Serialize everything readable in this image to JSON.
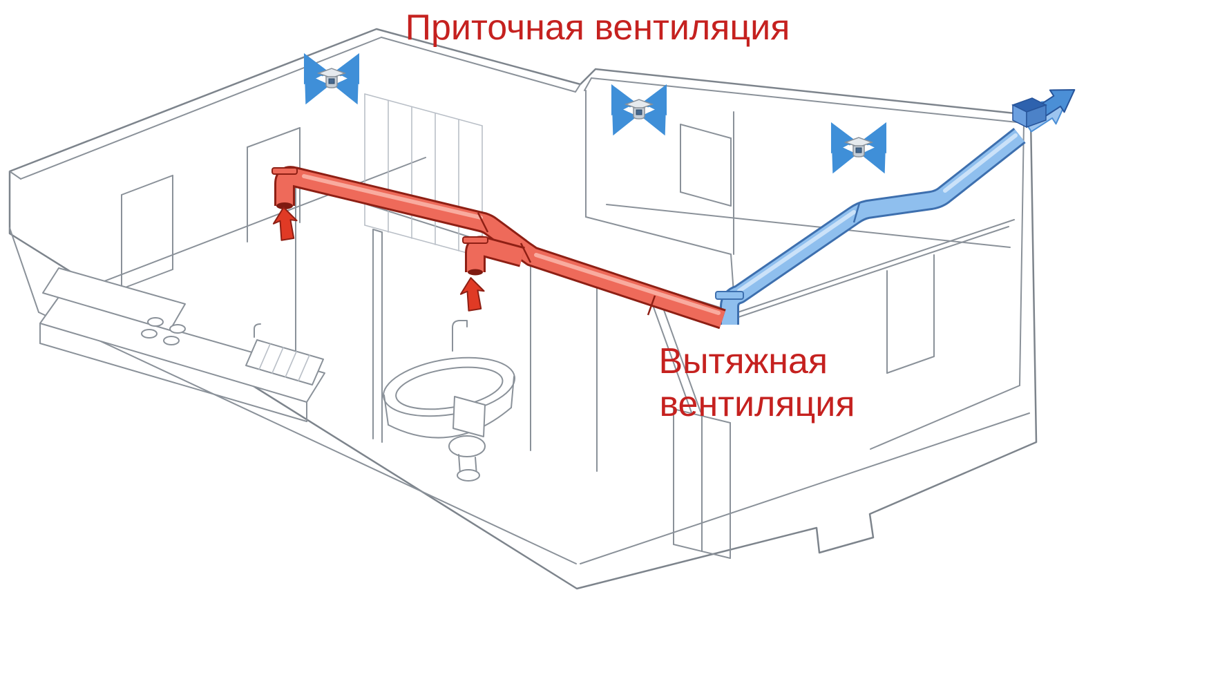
{
  "title": "Приточная вентиляция",
  "exhaust_label": {
    "line1": "Вытяжная",
    "line2": "вентиляция"
  },
  "colors": {
    "label_red": "#c5211f",
    "duct_red_body": "#ee6a5a",
    "duct_red_edge": "#8e1f14",
    "duct_red_highlight": "#f9b3a6",
    "arrow_red": "#e03a25",
    "duct_blue_body": "#8fbfee",
    "duct_blue_edge": "#3d6fae",
    "duct_blue_highlight": "#d2e6f9",
    "arrow_blue": "#3f8fd8",
    "line_gray": "#8a9199"
  },
  "elements": {
    "supply_diffusers": 3,
    "exhaust_intake_arrows": 2,
    "outdoor_outlet_arrows": 1
  }
}
